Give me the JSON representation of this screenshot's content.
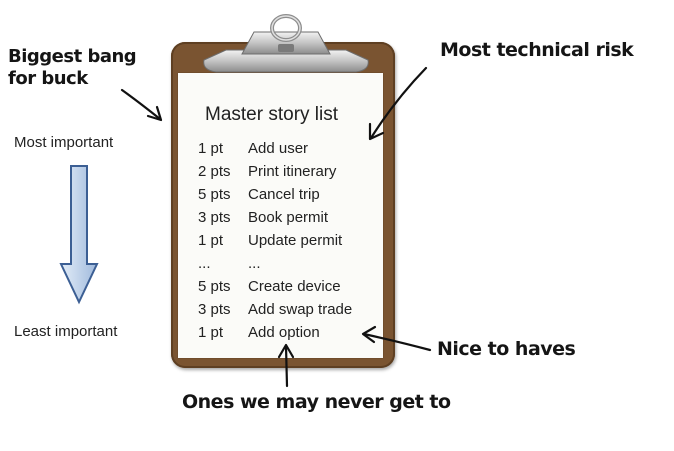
{
  "title": "Master story list",
  "stories": [
    {
      "points": "1 pt",
      "name": "Add user"
    },
    {
      "points": "2 pts",
      "name": "Print itinerary"
    },
    {
      "points": "5 pts",
      "name": "Cancel trip"
    },
    {
      "points": "3 pts",
      "name": "Book permit"
    },
    {
      "points": "1 pt",
      "name": "Update permit"
    },
    {
      "points": "...",
      "name": "..."
    },
    {
      "points": "5 pts",
      "name": "Create device"
    },
    {
      "points": "3 pts",
      "name": "Add swap trade"
    },
    {
      "points": "1 pt",
      "name": "Add option"
    }
  ],
  "annotations": {
    "biggest_bang": [
      "Biggest bang",
      "for buck"
    ],
    "most_technical_risk": "Most technical risk",
    "nice_to_haves": "Nice to haves",
    "never_get_to": "Ones we may never get to"
  },
  "priority_scale": {
    "top_label": "Most important",
    "bottom_label": "Least important",
    "arrow_fill": "#b7cde8",
    "arrow_stroke": "#3c5f94"
  },
  "colors": {
    "clipboard": "#7a5431",
    "paper": "#fbfbf8",
    "clip_metal": "#c9c9c9"
  }
}
